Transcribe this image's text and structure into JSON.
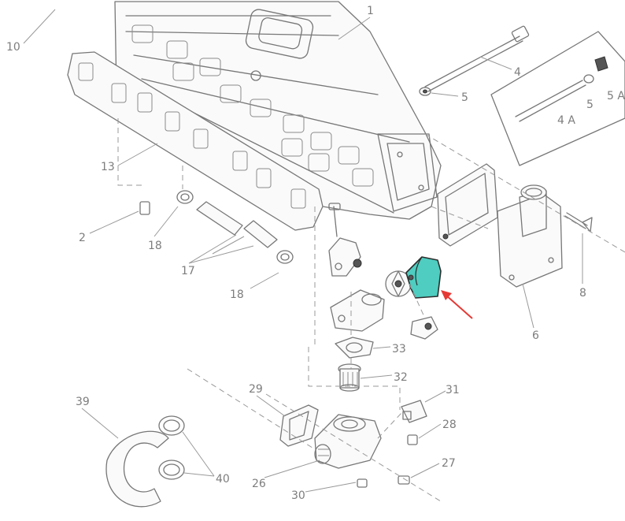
{
  "callouts": {
    "c1": "1",
    "c2": "2",
    "c4": "4",
    "c4a": "4 A",
    "c5": "5",
    "c5b": "5",
    "c5a": "5 A",
    "c6": "6",
    "c8": "8",
    "c10": "10",
    "c13": "13",
    "c17": "17",
    "c18a": "18",
    "c18b": "18",
    "c26": "26",
    "c27": "27",
    "c28": "28",
    "c29": "29",
    "c30": "30",
    "c31": "31",
    "c32": "32",
    "c33": "33",
    "c39": "39",
    "c40": "40"
  },
  "colors": {
    "highlight": "#4ecdc0",
    "arrow": "#e53935",
    "line": "#777777"
  }
}
